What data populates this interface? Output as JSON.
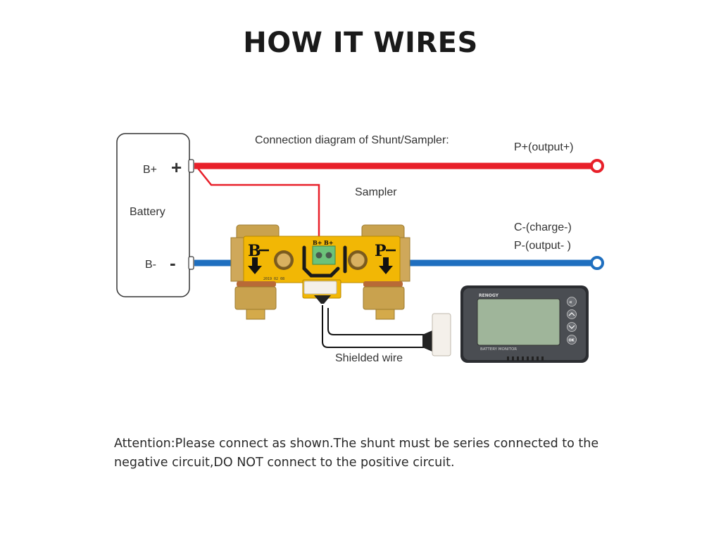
{
  "title": "HOW IT WIRES",
  "diagram": {
    "heading": "Connection diagram of Shunt/Sampler:",
    "battery": {
      "label": "Battery",
      "pos_terminal": "B+",
      "pos_sign": "+",
      "neg_terminal": "B-",
      "neg_sign": "-"
    },
    "positive_output_label": "P+(output+)",
    "negative_output_labels": [
      "C-(charge-)",
      "P-(output- )"
    ],
    "sampler_label": "Sampler",
    "shunt": {
      "left_label": "B",
      "right_label": "P",
      "terminal_block_labels": [
        "B+",
        "B+"
      ],
      "date_code": "2019 02 08"
    },
    "shielded_wire_label": "Shielded wire",
    "monitor": {
      "brand": "RENOGY",
      "model_label": "BATTERY MONITOR",
      "buttons": [
        "back",
        "up",
        "down",
        "OK"
      ],
      "ok_label": "OK"
    },
    "colors": {
      "positive_wire": "#e8202a",
      "negative_wire": "#1f6fbf",
      "shield_wire": "#111111",
      "brass": "#c9a24e",
      "pcb": "#f2b705",
      "lcd": "#9fb59a"
    }
  },
  "attention_note": "Attention:Please connect as shown.The shunt must be series connected to the negative circuit,DO NOT connect to the positive circuit."
}
